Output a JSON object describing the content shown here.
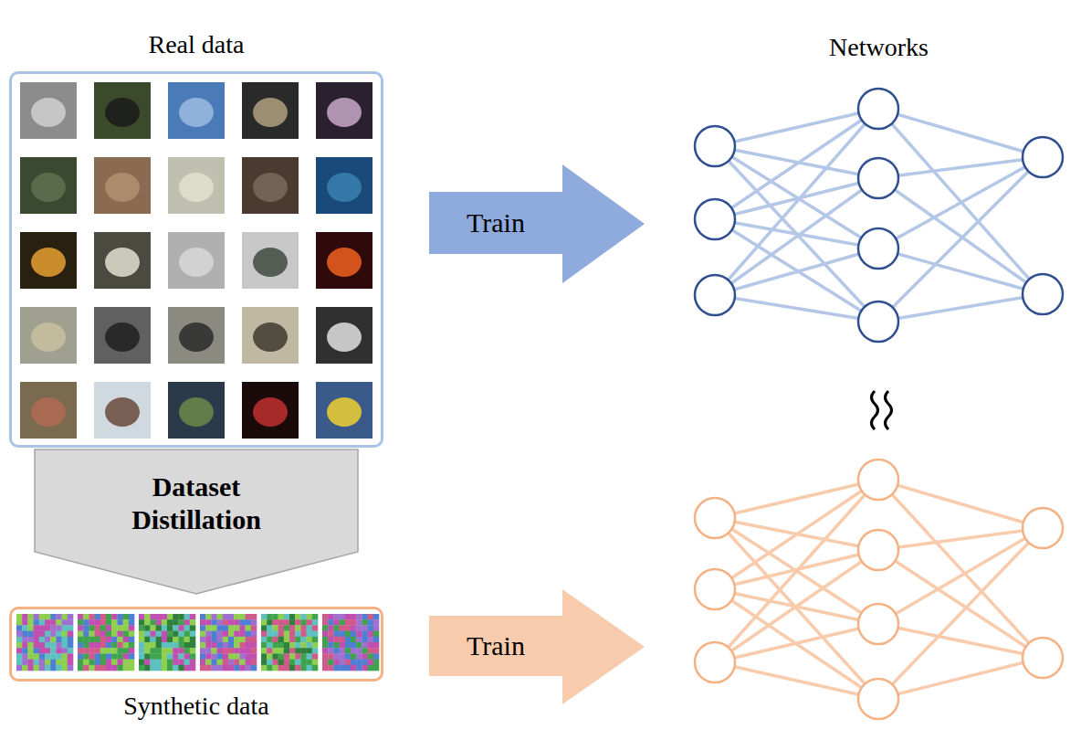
{
  "diagram": {
    "nodes": [
      {
        "text": [
          "Real data"
        ]
      },
      {
        "text": [
          "Train"
        ]
      },
      {
        "text": [
          "Dataset Distillation"
        ]
      },
      {
        "text": [
          "Synthetic data"
        ]
      },
      {
        "text": [
          "Train"
        ]
      }
    ],
    "labels": [
      "Networks"
    ]
  }
}
